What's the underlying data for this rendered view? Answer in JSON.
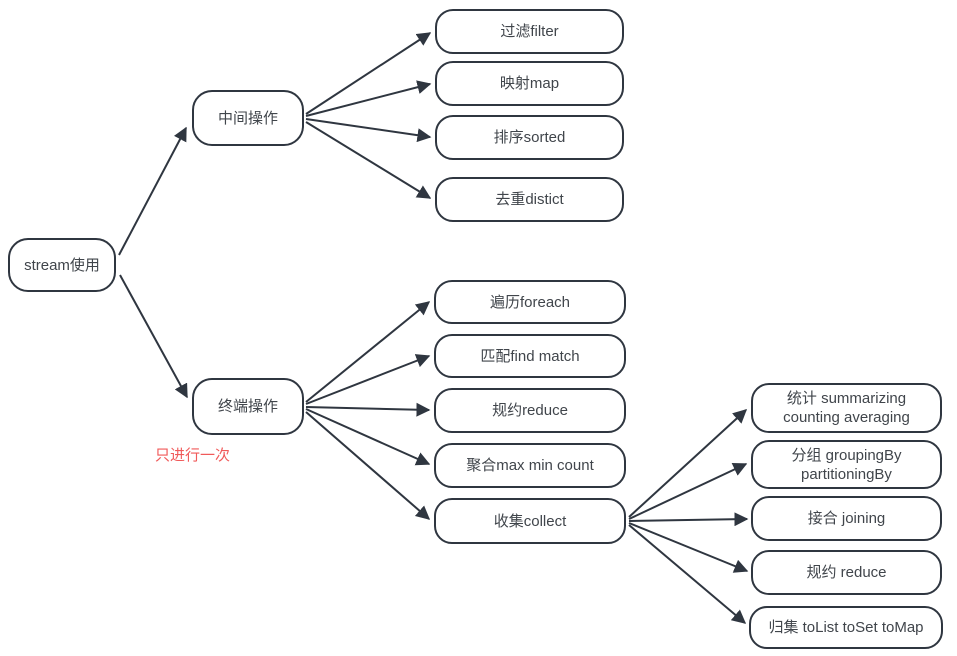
{
  "diagram": {
    "root": {
      "label": "stream使用"
    },
    "intermediate": {
      "label": "中间操作",
      "children": [
        {
          "label": "过滤filter"
        },
        {
          "label": "映射map"
        },
        {
          "label": "排序sorted"
        },
        {
          "label": "去重distict"
        }
      ]
    },
    "terminal": {
      "label": "终端操作",
      "note": "只进行一次",
      "children": [
        {
          "label": "遍历foreach"
        },
        {
          "label": "匹配find match"
        },
        {
          "label": "规约reduce"
        },
        {
          "label": "聚合max min count"
        },
        {
          "label": "收集collect"
        }
      ]
    },
    "collect": {
      "children": [
        {
          "label": "统计 summarizing counting averaging"
        },
        {
          "label": "分组 groupingBy partitioningBy"
        },
        {
          "label": "接合 joining"
        },
        {
          "label": "规约 reduce"
        },
        {
          "label": "归集 toList toSet toMap"
        }
      ]
    },
    "colors": {
      "border": "#2f3640",
      "text": "#40454b",
      "note": "#f05a5a",
      "background": "#ffffff"
    }
  }
}
